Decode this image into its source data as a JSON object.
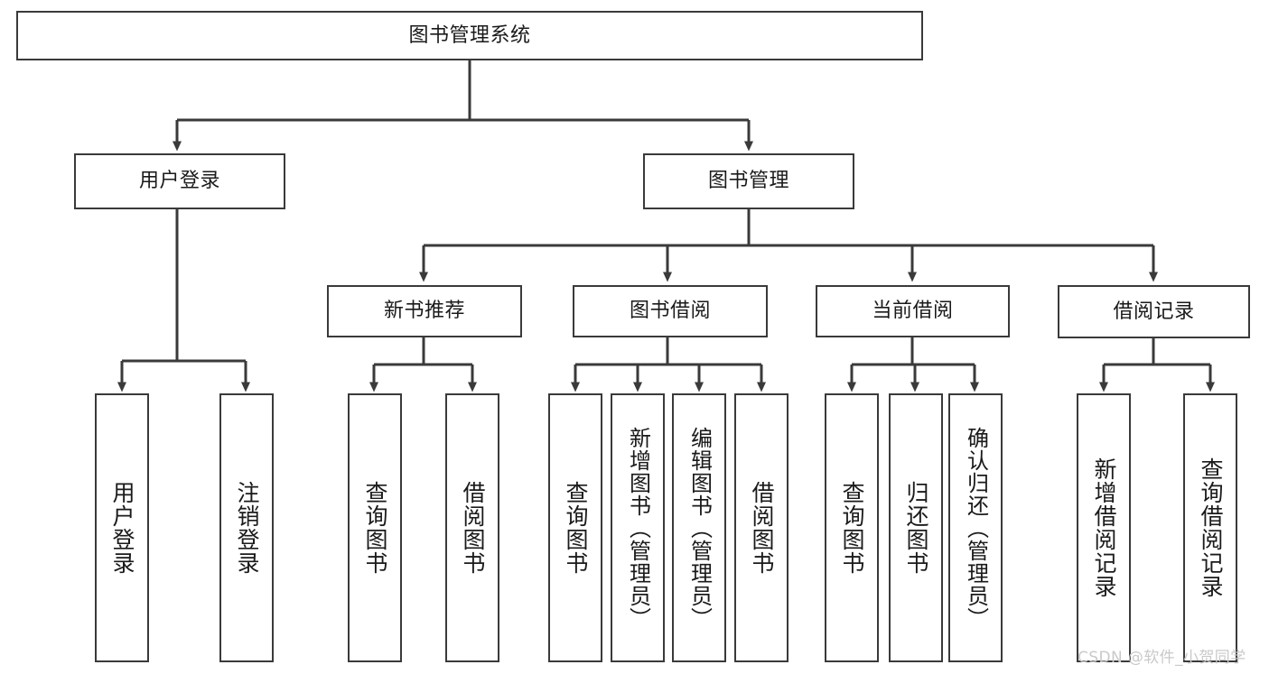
{
  "diagram": {
    "title": "图书管理系统",
    "watermark": "CSDN @软件_小贺同学",
    "stroke_color": "#3a3a3a",
    "background_color": "#ffffff",
    "text_color": "#1a1a1a",
    "watermark_color": "#c9c9c9"
  },
  "nodes": {
    "root": {
      "label": "图书管理系统"
    },
    "level2": [
      {
        "label": "用户登录"
      },
      {
        "label": "图书管理"
      }
    ],
    "level3": [
      {
        "label": "新书推荐"
      },
      {
        "label": "图书借阅"
      },
      {
        "label": "当前借阅"
      },
      {
        "label": "借阅记录"
      }
    ],
    "leaves_user_login": [
      {
        "label": "用户登录"
      },
      {
        "label": "注销登录"
      }
    ],
    "leaves_new_book": [
      {
        "label": "查询图书"
      },
      {
        "label": "借阅图书"
      }
    ],
    "leaves_borrow": [
      {
        "label": "查询图书"
      },
      {
        "label": "新增图书（管理员）"
      },
      {
        "label": "编辑图书（管理员）"
      },
      {
        "label": "借阅图书"
      }
    ],
    "leaves_current": [
      {
        "label": "查询图书"
      },
      {
        "label": "归还图书"
      },
      {
        "label": "确认归还（管理员）"
      }
    ],
    "leaves_records": [
      {
        "label": "新增借阅记录"
      },
      {
        "label": "查询借阅记录"
      }
    ]
  }
}
